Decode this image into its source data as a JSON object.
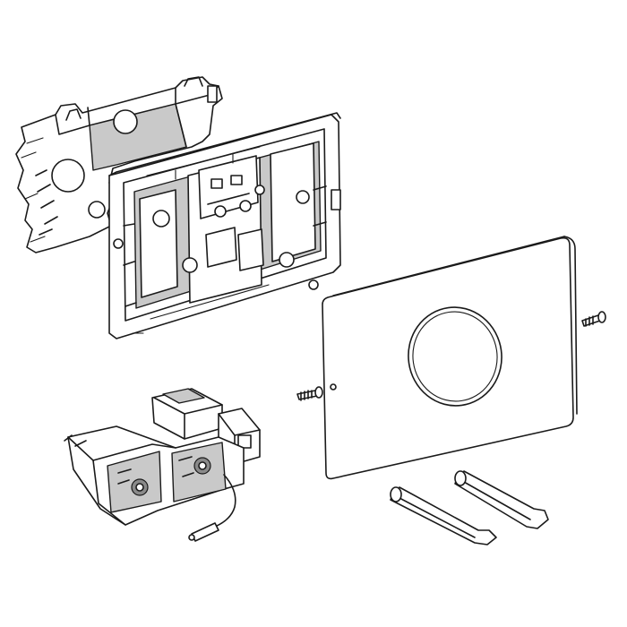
{
  "diagram": {
    "components": [
      {
        "id": "mounting-bracket",
        "icon": "support-bracket-icon"
      },
      {
        "id": "actuator-frame",
        "icon": "mounting-frame-icon"
      },
      {
        "id": "cover-plate",
        "icon": "actuator-plate-icon"
      },
      {
        "id": "electronic-control-unit",
        "icon": "control-unit-icon"
      },
      {
        "id": "fixing-screws",
        "icon": "screw-icon"
      },
      {
        "id": "plunger-rods",
        "icon": "plunger-icon"
      }
    ],
    "colors": {
      "line": "#1a1a1a",
      "background": "#ffffff",
      "shade": "#c9c9c9",
      "dark_shade": "#8a8a8a"
    }
  }
}
